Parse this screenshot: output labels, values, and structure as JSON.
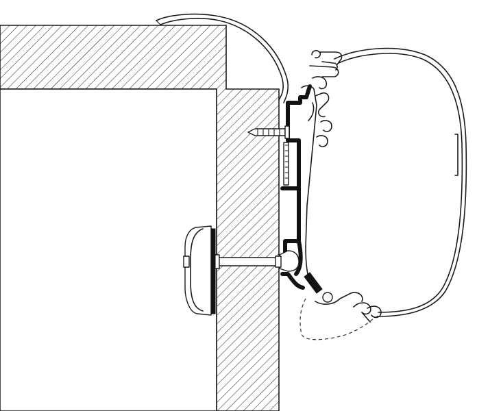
{
  "figure": {
    "kind": "technical cross-section",
    "colors": {
      "line": "#1a1a1a",
      "section_fill": "#ffffff",
      "hatch": "#1a1a1a",
      "profile_solid": "#111111"
    },
    "parts": [
      "hatched-wall-section",
      "roof-cover-strip",
      "wall-mounting-rail",
      "upper-wood-screw",
      "through-bolt",
      "inner-backing-cap",
      "awning-cassette",
      "front-profile",
      "dashed-lower-outline"
    ]
  }
}
